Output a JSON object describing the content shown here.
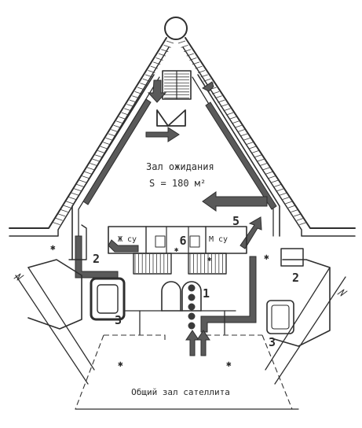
{
  "hall": {
    "title": "Зал ожидания",
    "area": "S = 180 м²"
  },
  "rooms": {
    "wc_left": "Ж су",
    "wc_right": "М су",
    "room_6": "6"
  },
  "zone_numbers": {
    "n1": "1",
    "n2_left": "2",
    "n2_right": "2",
    "n3_left": "3",
    "n3_right": "3",
    "n5": "5"
  },
  "satellite_hall": "Общий зал сателлита",
  "icons": [
    "stair-icon",
    "escalator-icon",
    "flow-arrow-icon",
    "turnstile-icon",
    "column-icon"
  ],
  "colors": {
    "ink": "#2e2e2e",
    "flow_arrows": "#5a5a5a",
    "paper": "#ffffff"
  }
}
